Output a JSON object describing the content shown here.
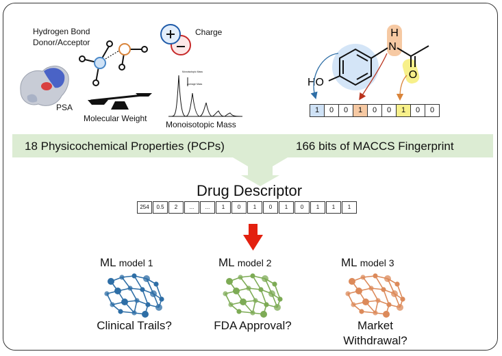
{
  "properties": {
    "hbond": [
      "Hydrogen Bond",
      "Donor/Acceptor"
    ],
    "charge": "Charge",
    "psa": "PSA",
    "molecular_weight": "Molecular Weight",
    "monoisotopic_mass": "Monoisotopic Mass",
    "spectrum_peak_labels": [
      "Monoisotopic Mass",
      "Average Mass"
    ]
  },
  "molecule": {
    "hydroxyl": "HO",
    "amide_n": "N",
    "amide_h": "H",
    "carbonyl_o": "O"
  },
  "fingerprint_bits": [
    "1",
    "0",
    "0",
    "1",
    "0",
    "0",
    "1",
    "0",
    "0"
  ],
  "fingerprint_colors": [
    "#cfe2f6",
    "",
    "",
    "#f6c9a3",
    "",
    "",
    "#f7f08a",
    "",
    ""
  ],
  "banners": {
    "left": "18 Physicochemical Properties (PCPs)",
    "right": "166 bits of MACCS Fingerprint"
  },
  "descriptor": {
    "title": "Drug Descriptor",
    "values": [
      "254",
      "0.5",
      "2",
      "...",
      "...",
      "1",
      "0",
      "1",
      "0",
      "1",
      "0",
      "1",
      "1",
      "1"
    ]
  },
  "models": [
    {
      "name": "ML",
      "suffix": "model 1",
      "question": "Clinical Trails?",
      "color": "#2e6ea6"
    },
    {
      "name": "ML",
      "suffix": "model 2",
      "question": "FDA Approval?",
      "color": "#7dab55"
    },
    {
      "name": "ML",
      "suffix": "model 3",
      "question": "Market\nWithdrawal?",
      "color": "#dc8a5a"
    }
  ],
  "colors": {
    "banner": "#dcecd3",
    "arrow_red": "#e3200f",
    "funnel": "#d9ead0"
  }
}
